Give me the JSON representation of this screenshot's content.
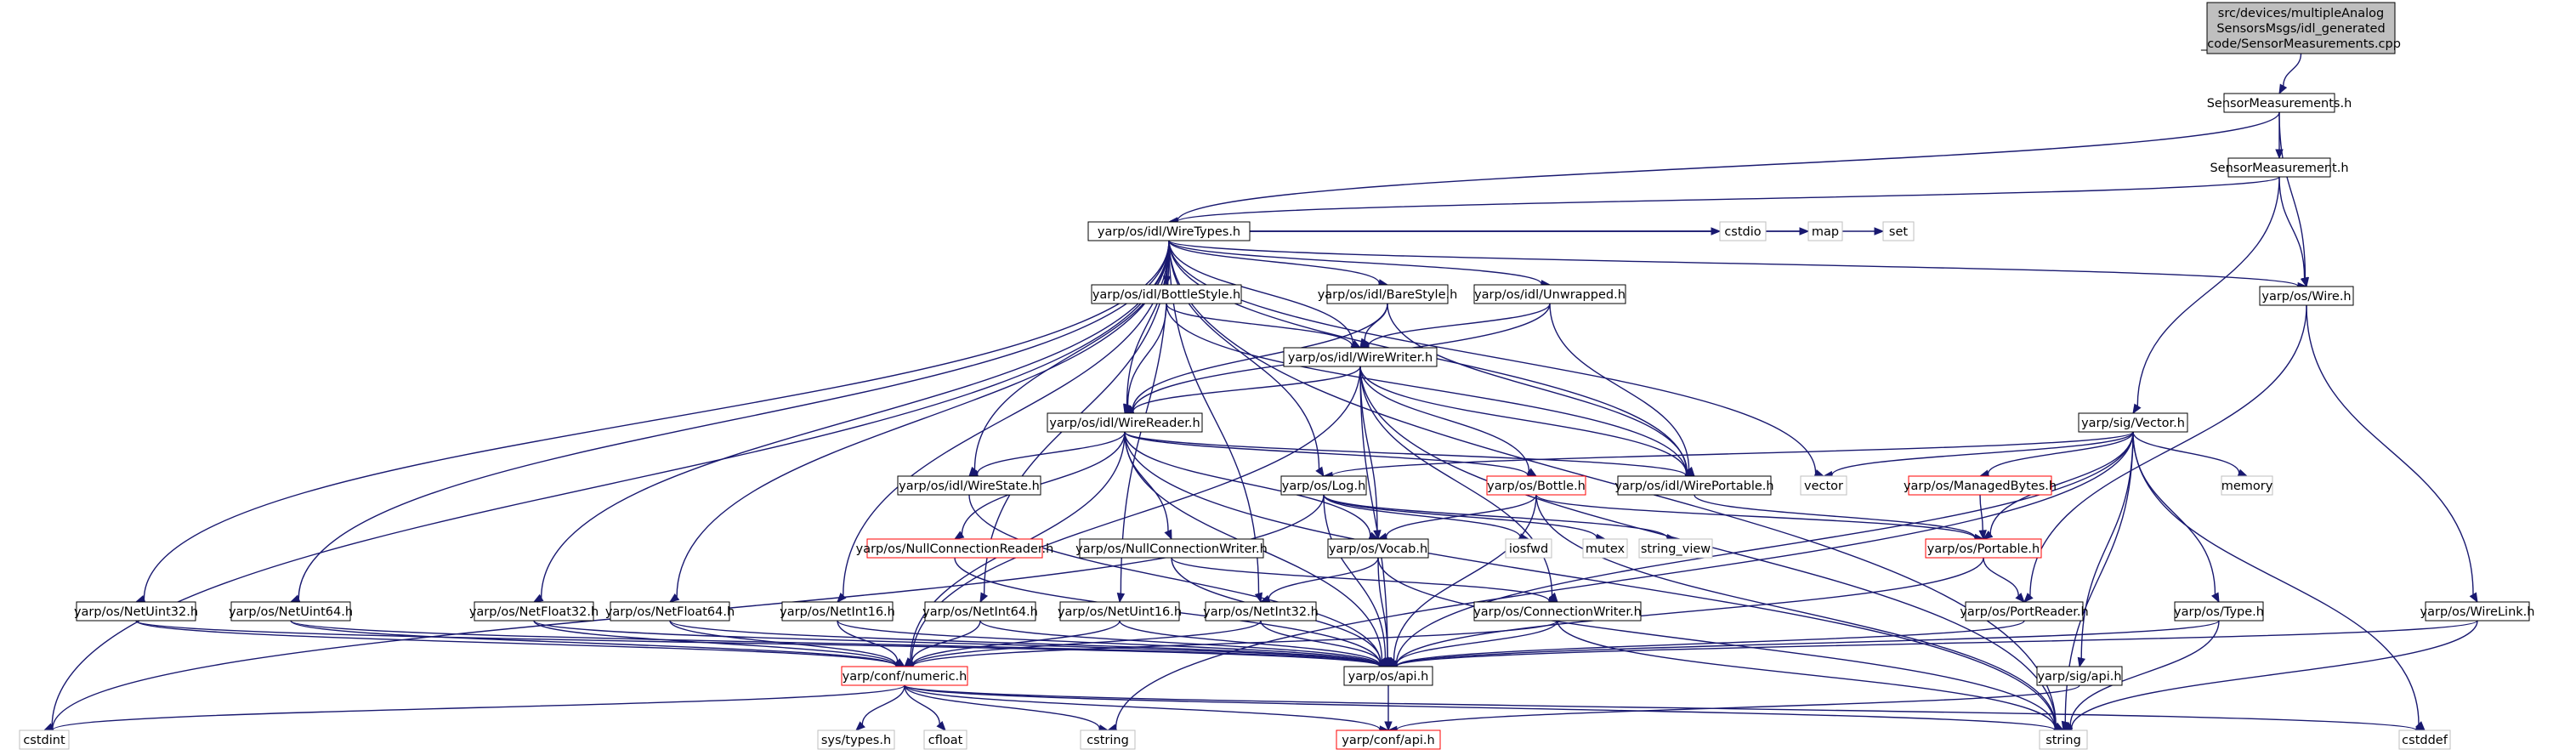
{
  "nodes": [
    {
      "id": "root",
      "lines": [
        "src/devices/multipleAnalog",
        "SensorsMsgs/idl_generated",
        "_code/SensorMeasurements.cpp"
      ],
      "style": "root"
    },
    {
      "id": "sm_h",
      "lines": [
        "SensorMeasurements.h"
      ],
      "style": "normal"
    },
    {
      "id": "smt_h",
      "lines": [
        "SensorMeasurement.h"
      ],
      "style": "normal"
    },
    {
      "id": "wiretypes",
      "lines": [
        "yarp/os/idl/WireTypes.h"
      ],
      "style": "normal"
    },
    {
      "id": "cstdio",
      "lines": [
        "cstdio"
      ],
      "style": "grey"
    },
    {
      "id": "map",
      "lines": [
        "map"
      ],
      "style": "grey"
    },
    {
      "id": "set",
      "lines": [
        "set"
      ],
      "style": "grey"
    },
    {
      "id": "wire",
      "lines": [
        "yarp/os/Wire.h"
      ],
      "style": "normal"
    },
    {
      "id": "bottlestyle",
      "lines": [
        "yarp/os/idl/BottleStyle.h"
      ],
      "style": "normal"
    },
    {
      "id": "barestyle",
      "lines": [
        "yarp/os/idl/BareStyle.h"
      ],
      "style": "normal"
    },
    {
      "id": "unwrapped",
      "lines": [
        "yarp/os/idl/Unwrapped.h"
      ],
      "style": "normal"
    },
    {
      "id": "wirewriter",
      "lines": [
        "yarp/os/idl/WireWriter.h"
      ],
      "style": "normal"
    },
    {
      "id": "wirereader",
      "lines": [
        "yarp/os/idl/WireReader.h"
      ],
      "style": "normal"
    },
    {
      "id": "sigvector",
      "lines": [
        "yarp/sig/Vector.h"
      ],
      "style": "normal"
    },
    {
      "id": "wirestate",
      "lines": [
        "yarp/os/idl/WireState.h"
      ],
      "style": "normal"
    },
    {
      "id": "log",
      "lines": [
        "yarp/os/Log.h"
      ],
      "style": "normal"
    },
    {
      "id": "bottle",
      "lines": [
        "yarp/os/Bottle.h"
      ],
      "style": "red"
    },
    {
      "id": "wireportable",
      "lines": [
        "yarp/os/idl/WirePortable.h"
      ],
      "style": "normal"
    },
    {
      "id": "vector",
      "lines": [
        "vector"
      ],
      "style": "grey"
    },
    {
      "id": "managedbytes",
      "lines": [
        "yarp/os/ManagedBytes.h"
      ],
      "style": "red"
    },
    {
      "id": "memory",
      "lines": [
        "memory"
      ],
      "style": "grey"
    },
    {
      "id": "iosfwd",
      "lines": [
        "iosfwd"
      ],
      "style": "grey"
    },
    {
      "id": "mutex",
      "lines": [
        "mutex"
      ],
      "style": "grey"
    },
    {
      "id": "string_view",
      "lines": [
        "string_view"
      ],
      "style": "grey"
    },
    {
      "id": "portable",
      "lines": [
        "yarp/os/Portable.h"
      ],
      "style": "red"
    },
    {
      "id": "nullreader",
      "lines": [
        "yarp/os/NullConnectionReader.h"
      ],
      "style": "red"
    },
    {
      "id": "nullwriter",
      "lines": [
        "yarp/os/NullConnectionWriter.h"
      ],
      "style": "normal"
    },
    {
      "id": "vocab",
      "lines": [
        "yarp/os/Vocab.h"
      ],
      "style": "normal"
    },
    {
      "id": "netuint32",
      "lines": [
        "yarp/os/NetUint32.h"
      ],
      "style": "normal"
    },
    {
      "id": "netuint64",
      "lines": [
        "yarp/os/NetUint64.h"
      ],
      "style": "normal"
    },
    {
      "id": "netfloat32",
      "lines": [
        "yarp/os/NetFloat32.h"
      ],
      "style": "normal"
    },
    {
      "id": "netfloat64",
      "lines": [
        "yarp/os/NetFloat64.h"
      ],
      "style": "normal"
    },
    {
      "id": "netint16",
      "lines": [
        "yarp/os/NetInt16.h"
      ],
      "style": "normal"
    },
    {
      "id": "netint64",
      "lines": [
        "yarp/os/NetInt64.h"
      ],
      "style": "normal"
    },
    {
      "id": "netuint16",
      "lines": [
        "yarp/os/NetUint16.h"
      ],
      "style": "normal"
    },
    {
      "id": "netint32",
      "lines": [
        "yarp/os/NetInt32.h"
      ],
      "style": "normal"
    },
    {
      "id": "connwriter",
      "lines": [
        "yarp/os/ConnectionWriter.h"
      ],
      "style": "normal"
    },
    {
      "id": "portreader",
      "lines": [
        "yarp/os/PortReader.h"
      ],
      "style": "normal"
    },
    {
      "id": "type",
      "lines": [
        "yarp/os/Type.h"
      ],
      "style": "normal"
    },
    {
      "id": "wirelink",
      "lines": [
        "yarp/os/WireLink.h"
      ],
      "style": "normal"
    },
    {
      "id": "numeric",
      "lines": [
        "yarp/conf/numeric.h"
      ],
      "style": "red"
    },
    {
      "id": "osapi",
      "lines": [
        "yarp/os/api.h"
      ],
      "style": "normal"
    },
    {
      "id": "sigapi",
      "lines": [
        "yarp/sig/api.h"
      ],
      "style": "normal"
    },
    {
      "id": "cstdint",
      "lines": [
        "cstdint"
      ],
      "style": "grey"
    },
    {
      "id": "systypes",
      "lines": [
        "sys/types.h"
      ],
      "style": "grey"
    },
    {
      "id": "cfloat",
      "lines": [
        "cfloat"
      ],
      "style": "grey"
    },
    {
      "id": "cstring",
      "lines": [
        "cstring"
      ],
      "style": "grey"
    },
    {
      "id": "confapi",
      "lines": [
        "yarp/conf/api.h"
      ],
      "style": "red"
    },
    {
      "id": "string",
      "lines": [
        "string"
      ],
      "style": "grey"
    },
    {
      "id": "cstddef",
      "lines": [
        "cstddef"
      ],
      "style": "grey"
    }
  ],
  "edges": [
    [
      "root",
      "sm_h"
    ],
    [
      "sm_h",
      "smt_h"
    ],
    [
      "sm_h",
      "wiretypes"
    ],
    [
      "sm_h",
      "wire"
    ],
    [
      "smt_h",
      "wiretypes"
    ],
    [
      "smt_h",
      "wire"
    ],
    [
      "smt_h",
      "sigvector"
    ],
    [
      "wiretypes",
      "cstdio"
    ],
    [
      "wiretypes",
      "map"
    ],
    [
      "wiretypes",
      "set"
    ],
    [
      "wiretypes",
      "wire"
    ],
    [
      "wiretypes",
      "bottlestyle"
    ],
    [
      "wiretypes",
      "barestyle"
    ],
    [
      "wiretypes",
      "unwrapped"
    ],
    [
      "wiretypes",
      "wirewriter"
    ],
    [
      "wiretypes",
      "wirereader"
    ],
    [
      "wiretypes",
      "wirestate"
    ],
    [
      "wiretypes",
      "wireportable"
    ],
    [
      "wiretypes",
      "vector"
    ],
    [
      "wiretypes",
      "string"
    ],
    [
      "wiretypes",
      "log"
    ],
    [
      "wiretypes",
      "cstdint"
    ],
    [
      "wiretypes",
      "netuint32"
    ],
    [
      "wiretypes",
      "netuint64"
    ],
    [
      "wiretypes",
      "netfloat32"
    ],
    [
      "wiretypes",
      "netfloat64"
    ],
    [
      "wiretypes",
      "netint16"
    ],
    [
      "wiretypes",
      "netint64"
    ],
    [
      "wiretypes",
      "netuint16"
    ],
    [
      "wiretypes",
      "netint32"
    ],
    [
      "bottlestyle",
      "wirewriter"
    ],
    [
      "bottlestyle",
      "wirereader"
    ],
    [
      "bottlestyle",
      "wireportable"
    ],
    [
      "barestyle",
      "wirewriter"
    ],
    [
      "barestyle",
      "wirereader"
    ],
    [
      "barestyle",
      "wireportable"
    ],
    [
      "unwrapped",
      "wirewriter"
    ],
    [
      "unwrapped",
      "wirereader"
    ],
    [
      "unwrapped",
      "wireportable"
    ],
    [
      "wirewriter",
      "wirereader"
    ],
    [
      "wirewriter",
      "bottle"
    ],
    [
      "wirewriter",
      "wireportable"
    ],
    [
      "wirewriter",
      "vocab"
    ],
    [
      "wirewriter",
      "numeric"
    ],
    [
      "wirewriter",
      "osapi"
    ],
    [
      "wirewriter",
      "connwriter"
    ],
    [
      "wirewriter",
      "string"
    ],
    [
      "wirereader",
      "wirestate"
    ],
    [
      "wirereader",
      "bottle"
    ],
    [
      "wirereader",
      "wireportable"
    ],
    [
      "wirereader",
      "nullreader"
    ],
    [
      "wirereader",
      "nullwriter"
    ],
    [
      "wirereader",
      "vocab"
    ],
    [
      "wirereader",
      "numeric"
    ],
    [
      "wirereader",
      "osapi"
    ],
    [
      "wirereader",
      "string"
    ],
    [
      "wire",
      "portreader"
    ],
    [
      "wire",
      "wirelink"
    ],
    [
      "sigvector",
      "log"
    ],
    [
      "sigvector",
      "vector"
    ],
    [
      "sigvector",
      "memory"
    ],
    [
      "sigvector",
      "managedbytes"
    ],
    [
      "sigvector",
      "portable"
    ],
    [
      "sigvector",
      "type"
    ],
    [
      "sigvector",
      "sigapi"
    ],
    [
      "sigvector",
      "string"
    ],
    [
      "sigvector",
      "cstring"
    ],
    [
      "sigvector",
      "cstddef"
    ],
    [
      "sigvector",
      "osapi"
    ],
    [
      "wirestate",
      "osapi"
    ],
    [
      "log",
      "iosfwd"
    ],
    [
      "log",
      "mutex"
    ],
    [
      "log",
      "string_view"
    ],
    [
      "log",
      "cstdint"
    ],
    [
      "log",
      "osapi"
    ],
    [
      "bottle",
      "vocab"
    ],
    [
      "bottle",
      "portable"
    ],
    [
      "bottle",
      "string"
    ],
    [
      "bottle",
      "osapi"
    ],
    [
      "wireportable",
      "portable"
    ],
    [
      "managedbytes",
      "portable"
    ],
    [
      "portable",
      "portreader"
    ],
    [
      "portable",
      "osapi"
    ],
    [
      "nullreader",
      "osapi"
    ],
    [
      "nullwriter",
      "connwriter"
    ],
    [
      "nullwriter",
      "osapi"
    ],
    [
      "vocab",
      "netint32"
    ],
    [
      "vocab",
      "osapi"
    ],
    [
      "vocab",
      "string"
    ],
    [
      "netuint32",
      "numeric"
    ],
    [
      "netuint32",
      "osapi"
    ],
    [
      "netuint64",
      "numeric"
    ],
    [
      "netuint64",
      "osapi"
    ],
    [
      "netfloat32",
      "numeric"
    ],
    [
      "netfloat32",
      "osapi"
    ],
    [
      "netfloat64",
      "numeric"
    ],
    [
      "netfloat64",
      "osapi"
    ],
    [
      "netint16",
      "numeric"
    ],
    [
      "netint16",
      "osapi"
    ],
    [
      "netint64",
      "numeric"
    ],
    [
      "netint64",
      "osapi"
    ],
    [
      "netuint16",
      "numeric"
    ],
    [
      "netuint16",
      "osapi"
    ],
    [
      "netint32",
      "numeric"
    ],
    [
      "netint32",
      "osapi"
    ],
    [
      "connwriter",
      "numeric"
    ],
    [
      "connwriter",
      "osapi"
    ],
    [
      "connwriter",
      "string"
    ],
    [
      "portreader",
      "osapi"
    ],
    [
      "type",
      "osapi"
    ],
    [
      "type",
      "string"
    ],
    [
      "wirelink",
      "osapi"
    ],
    [
      "wirelink",
      "string"
    ],
    [
      "sigapi",
      "confapi"
    ],
    [
      "numeric",
      "cstdint"
    ],
    [
      "numeric",
      "systypes"
    ],
    [
      "numeric",
      "cfloat"
    ],
    [
      "numeric",
      "cstring"
    ],
    [
      "numeric",
      "confapi"
    ],
    [
      "numeric",
      "string"
    ],
    [
      "numeric",
      "cstddef"
    ],
    [
      "osapi",
      "confapi"
    ]
  ]
}
